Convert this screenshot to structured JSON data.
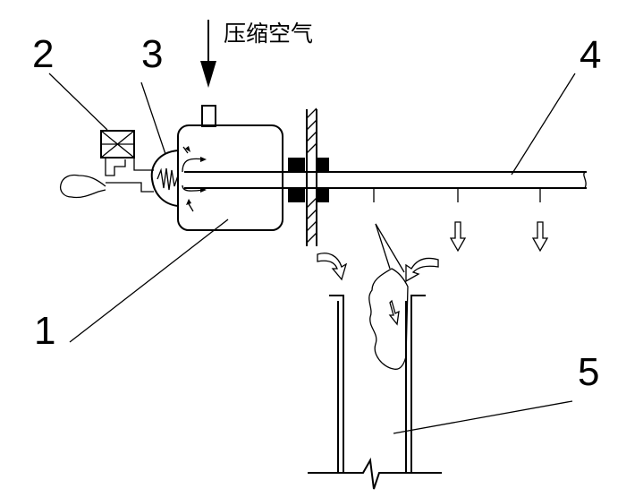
{
  "labels": {
    "n1": "1",
    "n2": "2",
    "n3": "3",
    "n4": "4",
    "n5": "5",
    "air": "压缩空气"
  },
  "colors": {
    "stroke": "#000000",
    "background": "#ffffff",
    "flange": "#000000"
  }
}
